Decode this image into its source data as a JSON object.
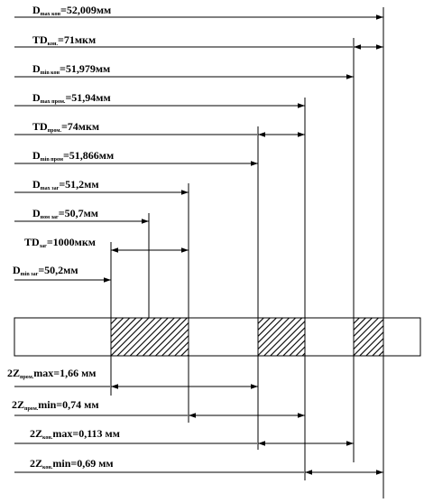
{
  "dimensions": [
    {
      "id": "d-max-kon",
      "letter": "D",
      "sub": "max кон",
      "value": "=52,009мм"
    },
    {
      "id": "td-kon",
      "letter": "TD",
      "sub": "кон.",
      "value": "=71мкм"
    },
    {
      "id": "d-min-kon",
      "letter": "D",
      "sub": "min кон",
      "value": "=51,979мм"
    },
    {
      "id": "d-max-prom",
      "letter": "D",
      "sub": "max пром.",
      "value": "=51,94мм"
    },
    {
      "id": "td-prom",
      "letter": "TD",
      "sub": "пром.",
      "value": "=74мкм"
    },
    {
      "id": "d-min-prom",
      "letter": "D",
      "sub": "min пром",
      "value": "=51,866мм"
    },
    {
      "id": "d-max-zag",
      "letter": "D",
      "sub": "max заг",
      "value": "=51,2мм"
    },
    {
      "id": "d-nom-zag",
      "letter": "D",
      "sub": "ном заг",
      "value": "=50,7мм"
    },
    {
      "id": "td-zag",
      "letter": "TD",
      "sub": "заг",
      "value": "=1000мкм"
    },
    {
      "id": "d-min-zag",
      "letter": "D",
      "sub": "min заг",
      "value": "=50,2мм"
    }
  ],
  "allowances": [
    {
      "id": "2z-prom-max",
      "prefix": "2Z",
      "sub": "пром.",
      "suffix": "max=1,66 мм"
    },
    {
      "id": "2z-prom-min",
      "prefix": "2Z",
      "sub": "пром.",
      "suffix": "min=0,74 мм"
    },
    {
      "id": "2z-kon-max",
      "prefix": "2Z",
      "sub": "кон.",
      "suffix": "max=0,113 мм"
    },
    {
      "id": "2z-kon-min",
      "prefix": "2Z",
      "sub": "кон.",
      "suffix": "min=0,69 мм"
    }
  ]
}
